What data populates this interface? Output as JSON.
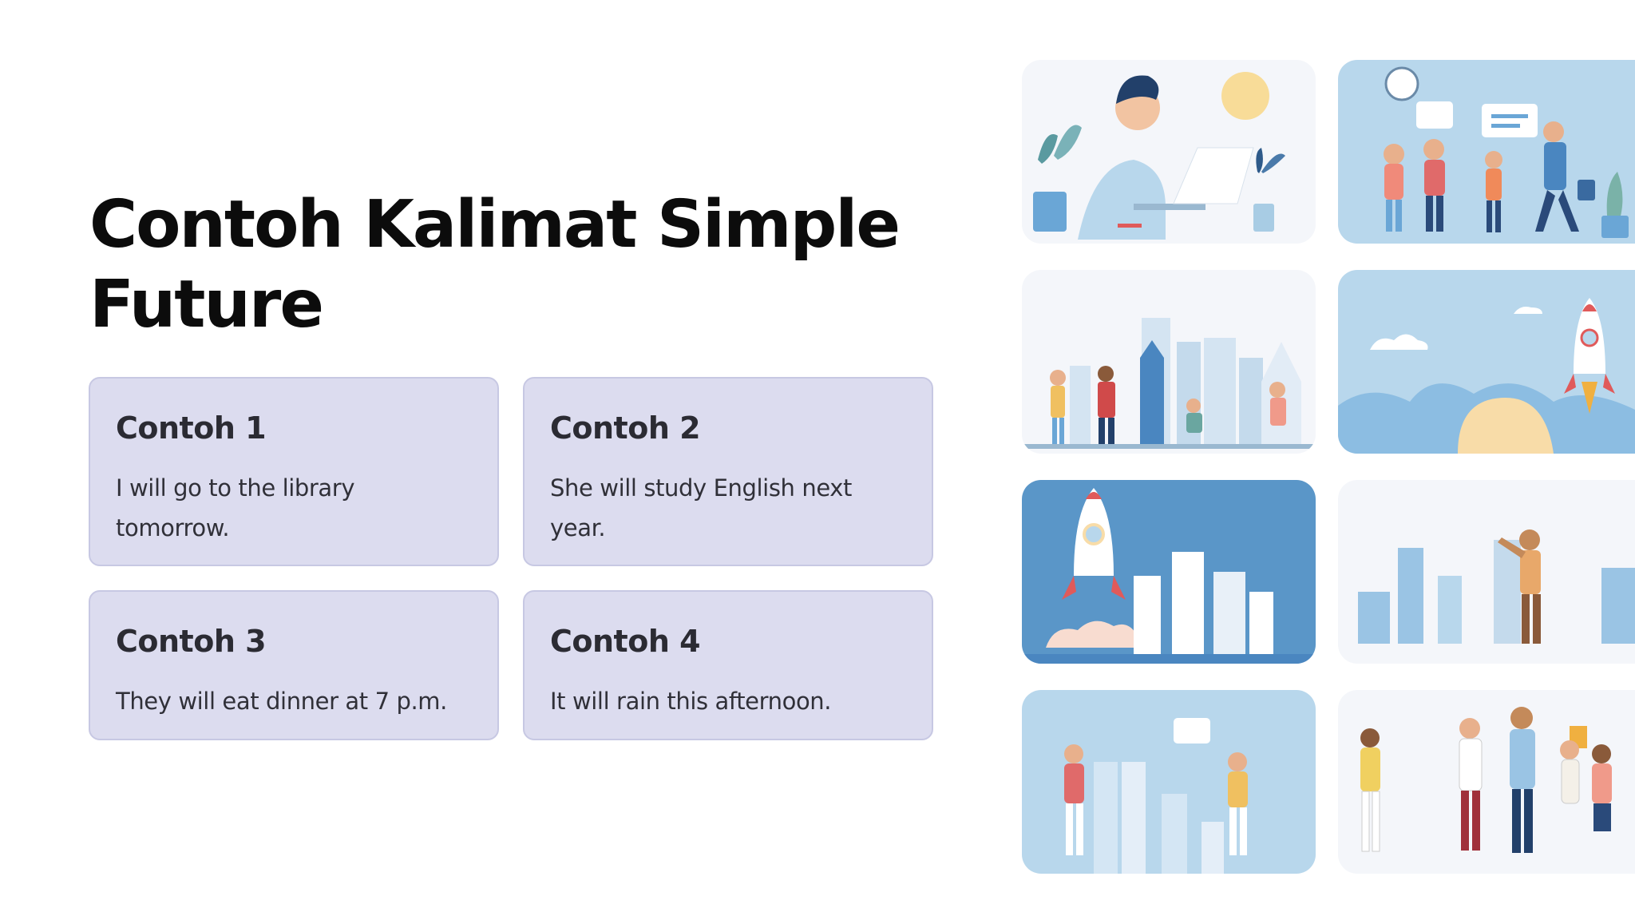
{
  "slide": {
    "title": "Contoh Kalimat Simple Future"
  },
  "cards": [
    {
      "heading": "Contoh 1",
      "text": "I will go to the library tomorrow."
    },
    {
      "heading": "Contoh 2",
      "text": "She will study English next year."
    },
    {
      "heading": "Contoh 3",
      "text": "They will eat dinner at 7 p.m."
    },
    {
      "heading": "Contoh 4",
      "text": "It will rain this afternoon."
    }
  ],
  "gallery": {
    "tiles": [
      "person-working-on-laptop",
      "group-chatting-with-speech-bubbles",
      "people-in-city",
      "rocket-launch-in-sky",
      "rocket-launch-city-night",
      "man-pointing-at-city",
      "two-people-talking-city",
      "celebrating-group"
    ]
  },
  "colors": {
    "card_bg": "#dcdcef",
    "card_border": "#c7c8e3",
    "title": "#0c0c0c",
    "tile_light": "#f4f6fa",
    "tile_blue": "#b8d7ec",
    "tile_dark_blue": "#5a96c8"
  }
}
